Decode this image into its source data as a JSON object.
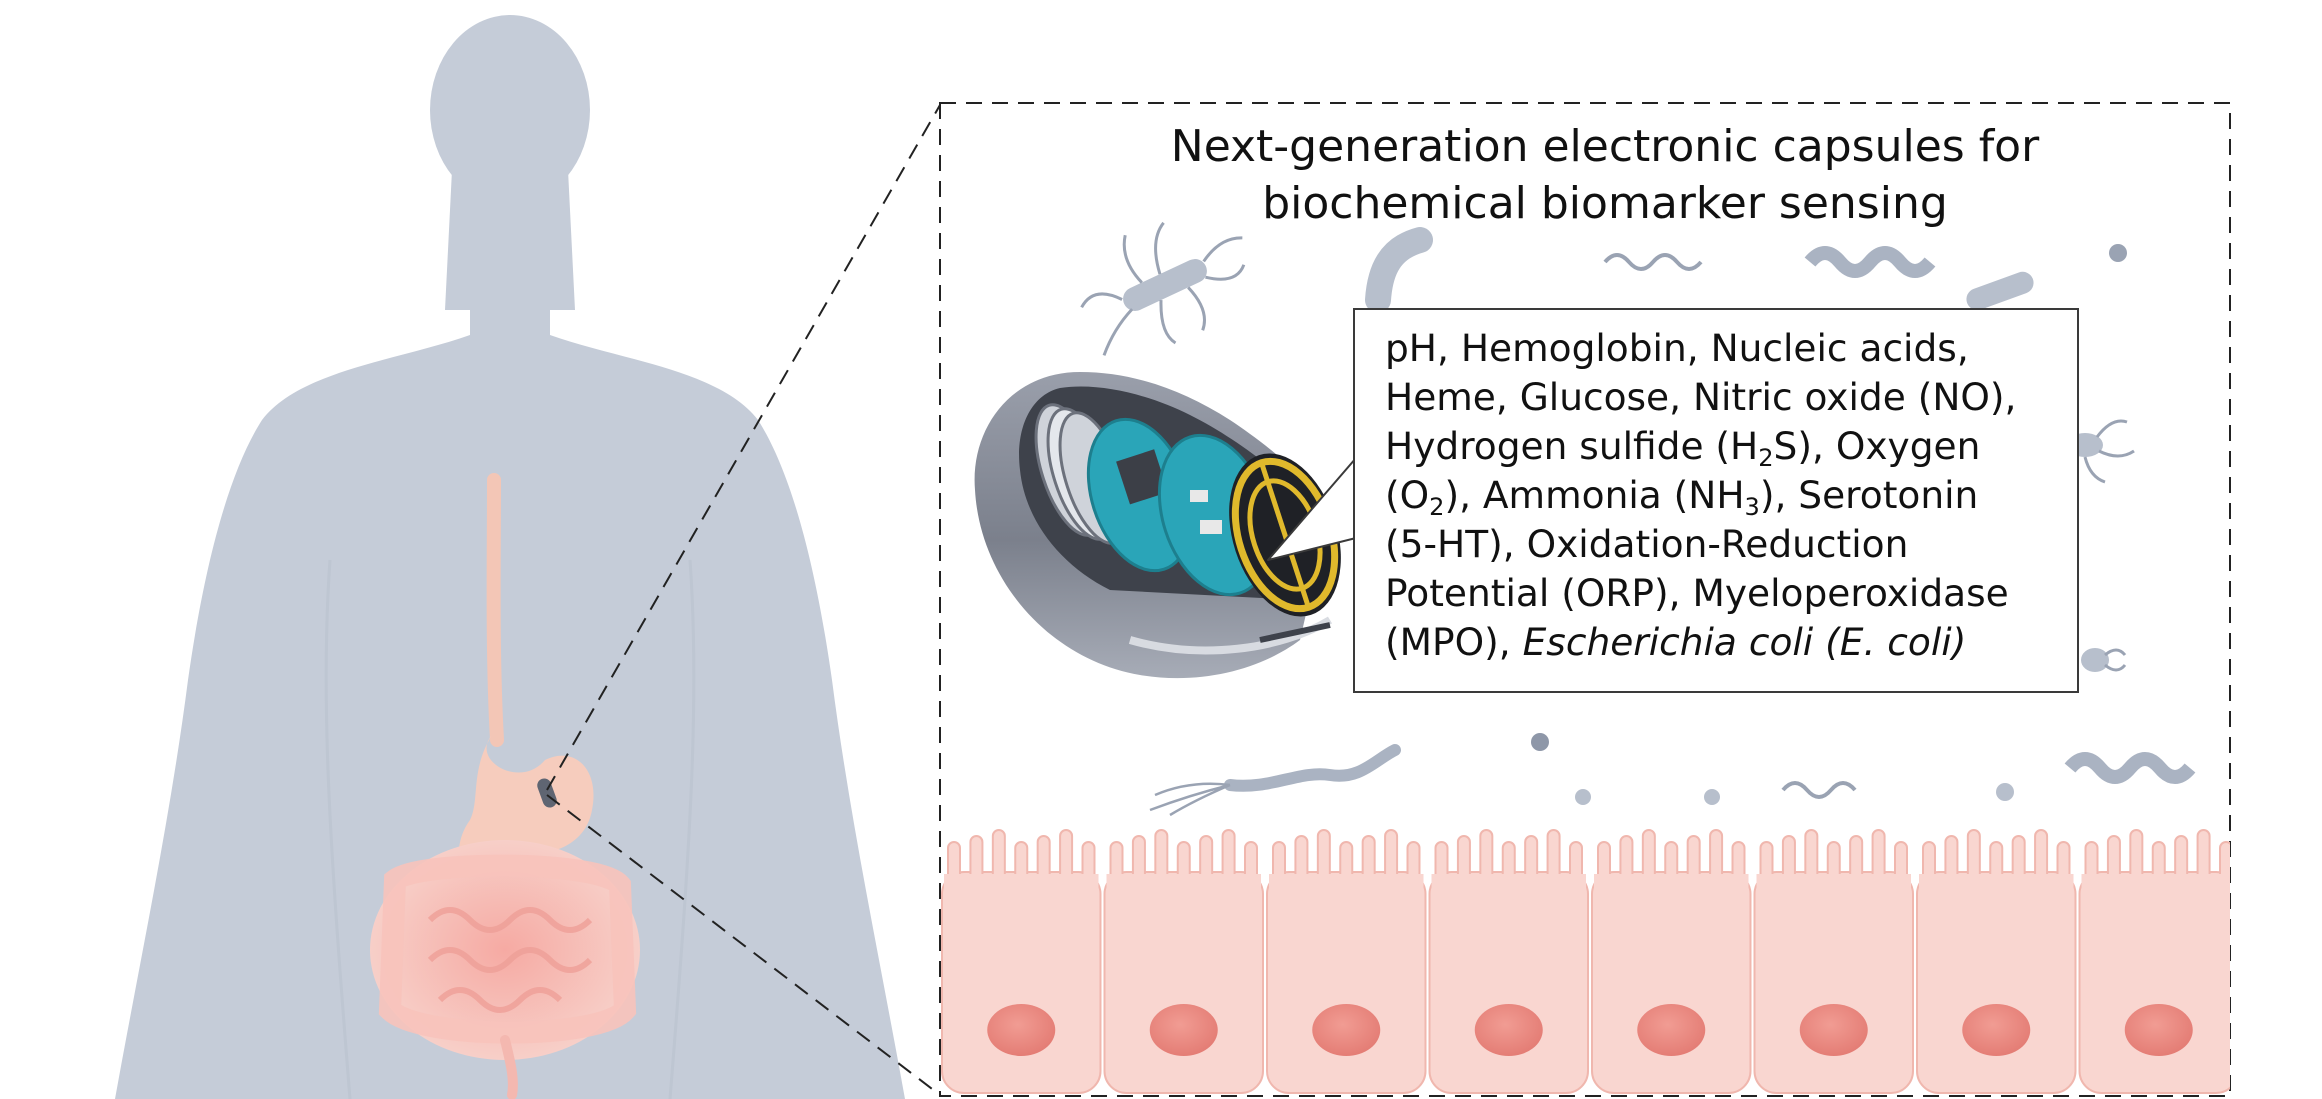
{
  "title": {
    "line1": "Next-generation electronic capsules for",
    "line2": "biochemical biomarker sensing"
  },
  "biomarkers": {
    "l1": "pH, Hemoglobin, Nucleic acids,",
    "l2": "Heme, Glucose, Nitric oxide (NO),",
    "l3a": "Hydrogen sulfide (H",
    "l3s": "2",
    "l3b": "S), Oxygen",
    "l4a": "(O",
    "l4s": "2",
    "l4b": "), Ammonia (NH",
    "l4s2": "3",
    "l4c": "), Serotonin",
    "l5": "(5-HT), Oxidation-Reduction",
    "l6": "Potential (ORP), Myeloperoxidase",
    "l7a": "(MPO), ",
    "l7i": "Escherichia coli (E. coli)"
  },
  "colors": {
    "body": "#c5ccd8",
    "epithelium": "#f9d6d0",
    "nucleus": "#ea8a82",
    "stomach": "#f6ccbd",
    "intestine": "#f4b8b0",
    "microbe": "#b7bfcc",
    "capsule_shell": "#7d828f",
    "pcb": "#2aa5b8",
    "coil": "#e0b92c"
  }
}
